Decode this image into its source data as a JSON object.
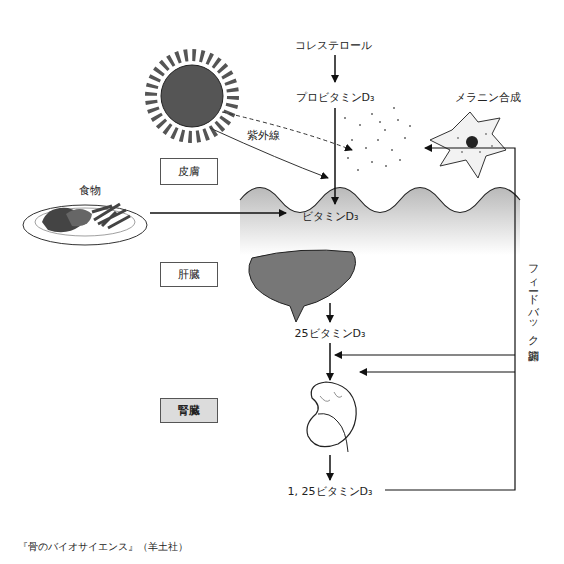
{
  "diagram": {
    "caption": "『骨のバイオサイエンス』（羊土社）",
    "nodes": [
      {
        "text": [
          "皮膚"
        ]
      },
      {
        "text": [
          "肝臓"
        ]
      },
      {
        "text": [
          "腎臓"
        ]
      }
    ],
    "labels": [
      "コレステロール",
      "プロビタミンD₃",
      "メラニン合成",
      "紫外線",
      "食物",
      "ビタミンD₃",
      "25ビタミンD₃",
      "1, 25ビタミンD₃",
      "フィードバック調節"
    ]
  }
}
